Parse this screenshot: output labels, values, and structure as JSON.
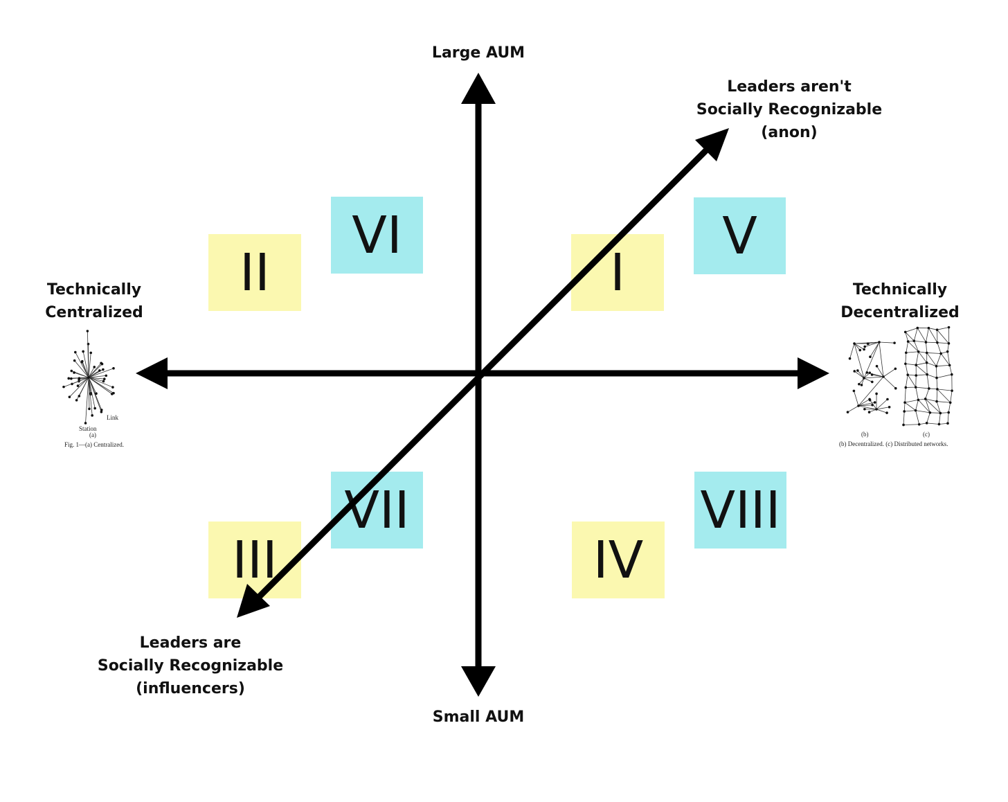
{
  "axes": {
    "top": "Large AUM",
    "bottom": "Small AUM",
    "left_line1": "Technically",
    "left_line2": "Centralized",
    "right_line1": "Technically",
    "right_line2": "Decentralized",
    "upper_right_line1": "Leaders aren't",
    "upper_right_line2": "Socially Recognizable",
    "upper_right_line3": "(anon)",
    "lower_left_line1": "Leaders are",
    "lower_left_line2": "Socially Recognizable",
    "lower_left_line3": "(influencers)"
  },
  "regions": {
    "i": "I",
    "ii": "II",
    "iii": "III",
    "iv": "IV",
    "v": "V",
    "vi": "VI",
    "vii": "VII",
    "viii": "VIII"
  },
  "colors": {
    "yellow_box": "#fbf8b0",
    "cyan_box": "#a4ebee",
    "arrow": "#000000"
  },
  "figures": {
    "centralized_station_label": "Station",
    "centralized_link_label": "Link",
    "centralized_sub": "(a)",
    "centralized_caption": "Fig. 1—(a) Centralized.",
    "decentralized_sub_b": "(b)",
    "distributed_sub_c": "(c)",
    "decentralized_caption": "(b) Decentralized. (c) Distributed networks."
  }
}
